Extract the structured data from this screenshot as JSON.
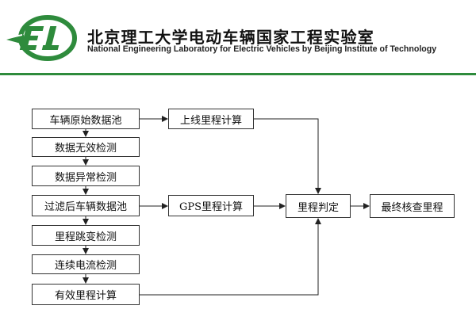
{
  "header": {
    "title_cn": "北京理工大学电动车辆国家工程实验室",
    "title_en": "National Engineering Laboratory for Electric Vehicles by Beijing Institute of Technology",
    "logo_text": "EL",
    "brand_color": "#2e8b3c"
  },
  "diagram": {
    "nodes": {
      "raw_pool": "车辆原始数据池",
      "invalid_check": "数据无效检测",
      "anomaly_check": "数据异常检测",
      "filtered_pool": "过滤后车辆数据池",
      "jump_check": "里程跳变检测",
      "current_check": "连续电流检测",
      "valid_calc": "有效里程计算",
      "online_calc": "上线里程计算",
      "gps_calc": "GPS里程计算",
      "judge": "里程判定",
      "final_check": "最终核查里程"
    },
    "edges": [
      [
        "raw_pool",
        "invalid_check"
      ],
      [
        "invalid_check",
        "anomaly_check"
      ],
      [
        "anomaly_check",
        "filtered_pool"
      ],
      [
        "filtered_pool",
        "jump_check"
      ],
      [
        "jump_check",
        "current_check"
      ],
      [
        "current_check",
        "valid_calc"
      ],
      [
        "raw_pool",
        "online_calc"
      ],
      [
        "filtered_pool",
        "gps_calc"
      ],
      [
        "online_calc",
        "judge"
      ],
      [
        "gps_calc",
        "judge"
      ],
      [
        "valid_calc",
        "judge"
      ],
      [
        "judge",
        "final_check"
      ]
    ]
  }
}
